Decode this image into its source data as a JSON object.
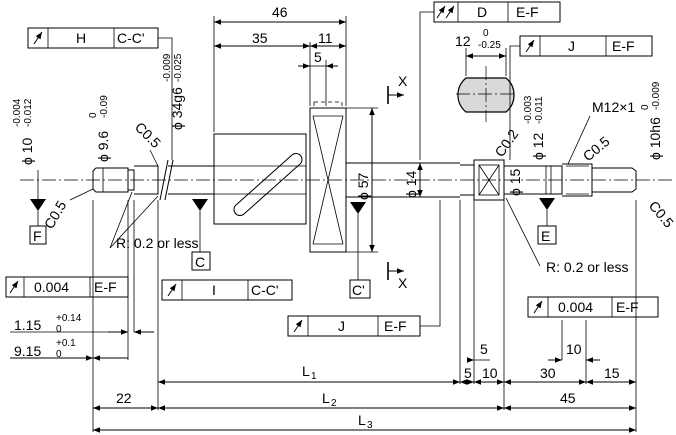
{
  "dimensions": {
    "d46": "46",
    "d35": "35",
    "d11": "11",
    "d5_top": "5",
    "d12_main": "12",
    "d12_tol_upper": "0",
    "d12_tol_lower": "-0.25",
    "phi10_main": "ϕ 10",
    "phi10_tol_upper": "-0.004",
    "phi10_tol_lower": "-0.012",
    "phi96_main": "ϕ 9.6",
    "phi96_tol_upper": "0",
    "phi96_tol_lower": "-0.09",
    "phi34_main": "ϕ 34g6",
    "phi34_tol_upper": "-0.009",
    "phi34_tol_lower": "-0.025",
    "phi57": "ϕ 57",
    "phi14": "ϕ 14",
    "phi15": "ϕ 15",
    "phi12_main": "ϕ 12",
    "phi12_tol_upper": "-0.003",
    "phi12_tol_lower": "-0.011",
    "phi10h6_main": "ϕ 10h6",
    "phi10h6_tol_upper": "0",
    "phi10h6_tol_lower": "-0.009",
    "c05_left_top": "C0.5",
    "c05_left_bottom": "C0.5",
    "c02": "C0.2",
    "c05_right_top": "C0.5",
    "c05_right_bottom": "C0.5",
    "m12": "M12×1",
    "r_left": "R: 0.2 or less",
    "r_right": "R: 0.2 or less",
    "d115_main": "1.15",
    "d115_tol_upper": "+0.14",
    "d115_tol_lower": "0",
    "d915_main": "9.15",
    "d915_tol_upper": "+0.1",
    "d915_tol_lower": "0",
    "L1": "L",
    "L1_sub": "1",
    "L2": "L",
    "L2_sub": "2",
    "L3": "L",
    "L3_sub": "3",
    "d22": "22",
    "d45": "45",
    "d5_a": "5",
    "d5_b": "5",
    "d10_a": "10",
    "d30": "30",
    "d15": "15",
    "d10_b": "10",
    "X_top": "X",
    "X_bottom": "X"
  },
  "datums": {
    "F": "F",
    "C": "C",
    "C_prime": "C'",
    "E": "E"
  },
  "frames": {
    "runout_H": {
      "symbol": "runout-arrow",
      "value": "H",
      "ref": "C-C'"
    },
    "runout_I": {
      "symbol": "runout-arrow",
      "value": "I",
      "ref": "C-C'"
    },
    "runout_004_left": {
      "symbol": "runout-arrow",
      "value": "0.004",
      "ref": "E-F"
    },
    "runout_004_right": {
      "symbol": "runout-arrow",
      "value": "0.004",
      "ref": "E-F"
    },
    "runout_J_top": {
      "symbol": "runout-arrow",
      "value": "J",
      "ref": "E-F"
    },
    "runout_J_bottom": {
      "symbol": "runout-arrow",
      "value": "J",
      "ref": "E-F"
    },
    "total_runout_D": {
      "symbol": "total-runout-arrow",
      "value": "D",
      "ref": "E-F"
    }
  }
}
